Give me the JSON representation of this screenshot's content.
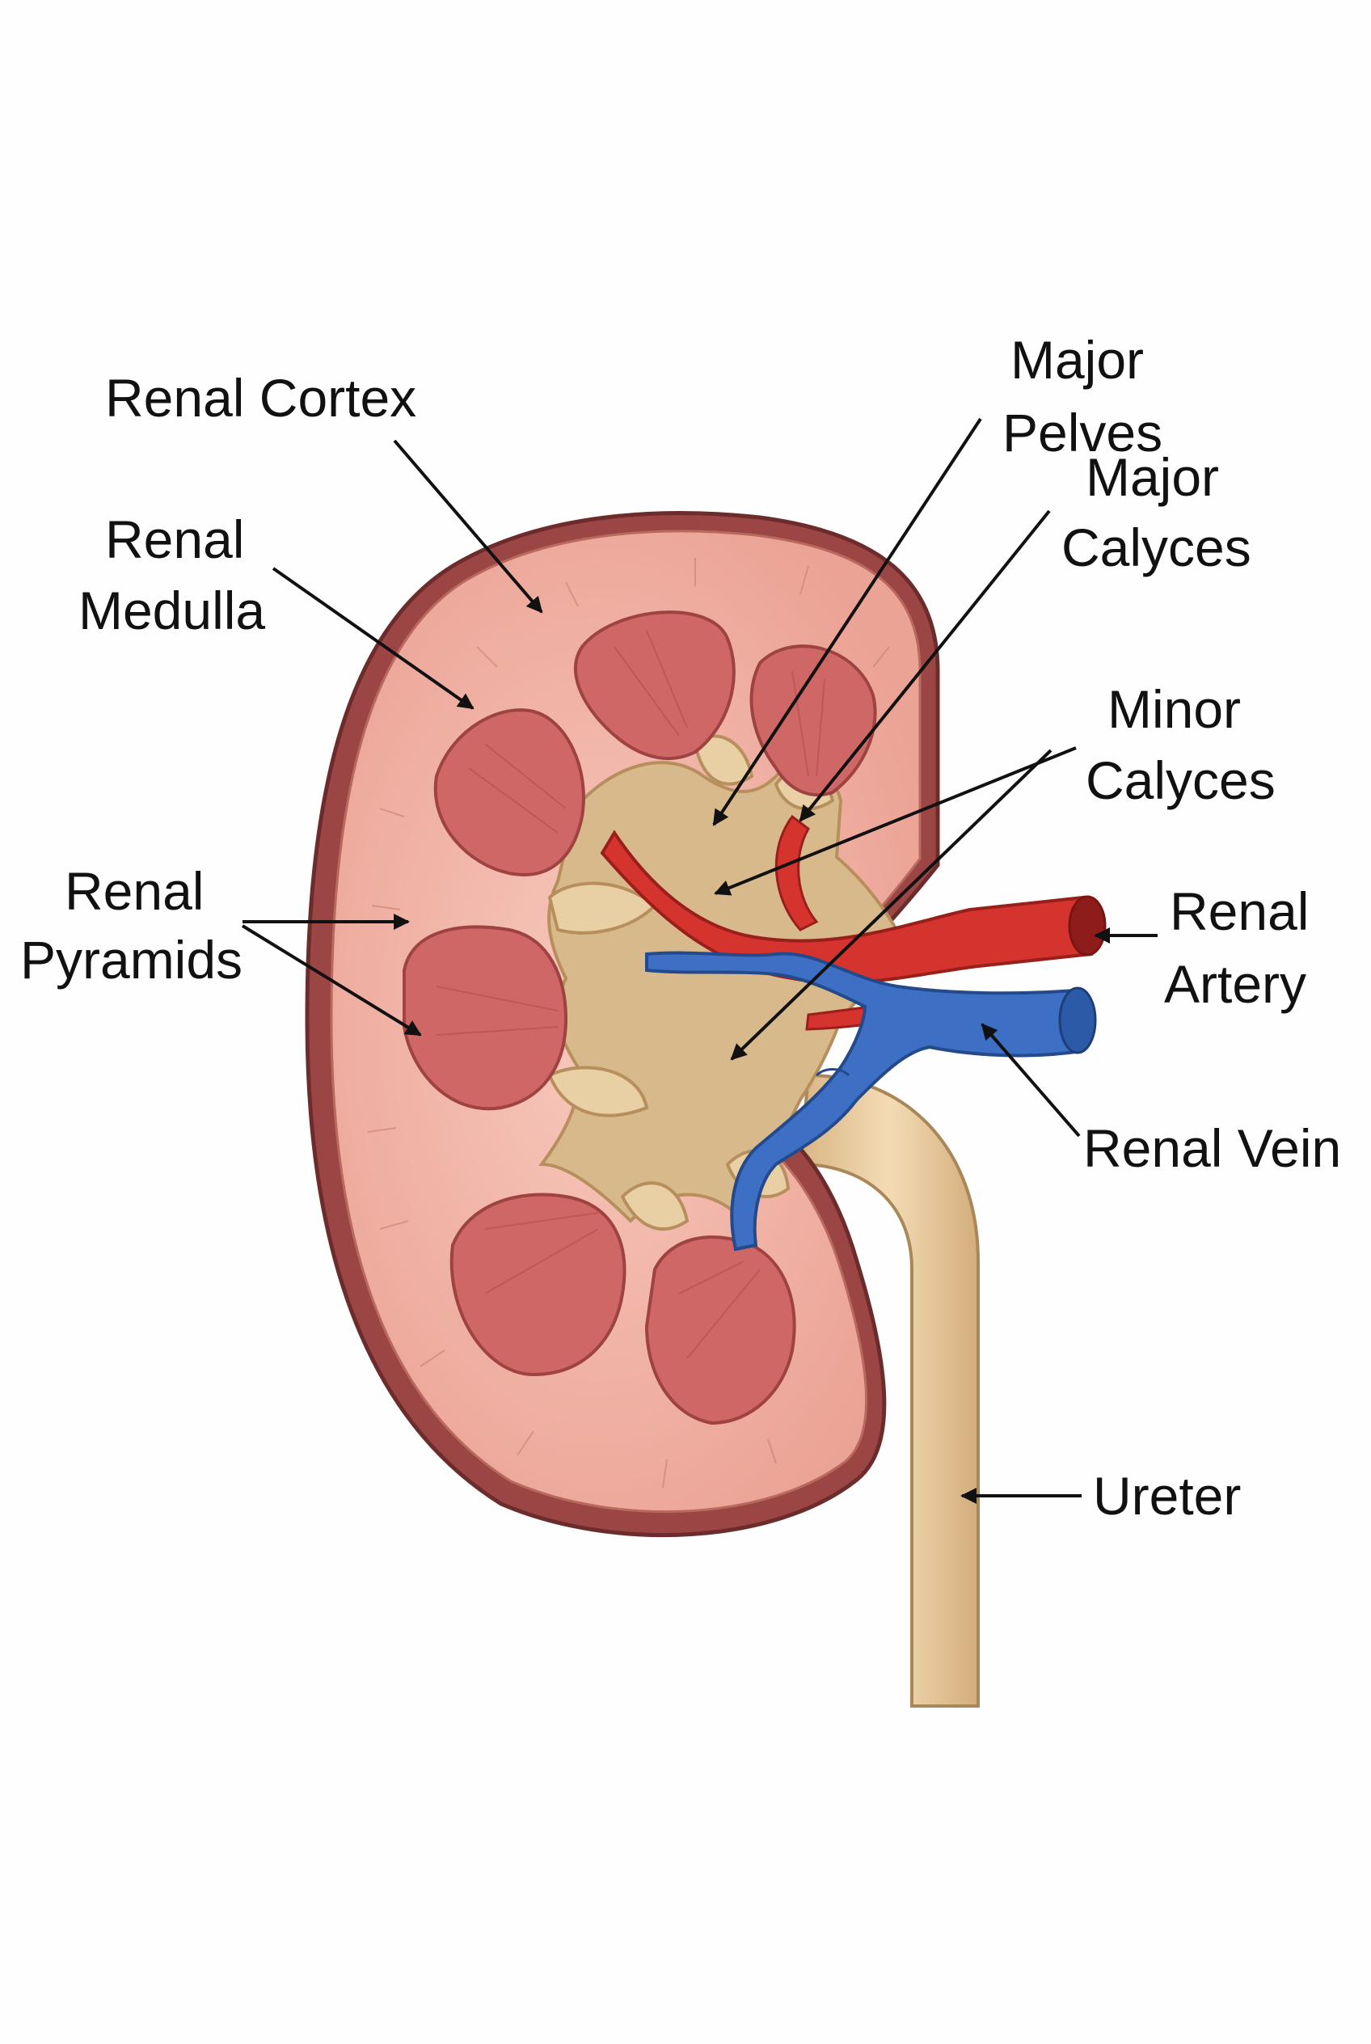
{
  "diagram": {
    "labels": {
      "renal_cortex": "Renal Cortex",
      "renal_medulla": [
        "Renal",
        "Medulla"
      ],
      "renal_pyramids": [
        "Renal",
        "Pyramids"
      ],
      "major_pelves": [
        "Major",
        "Pelves"
      ],
      "major_calyces": [
        "Major",
        "Calyces"
      ],
      "minor_calyces": [
        "Minor",
        "Calyces"
      ],
      "renal_artery": [
        "Renal",
        "Artery"
      ],
      "renal_vein": "Renal Vein",
      "ureter": "Ureter"
    },
    "colors": {
      "background": "#fefefe",
      "capsule": "#9c4545",
      "cortex": "#eeaa9d",
      "pyramid": "#cf6766",
      "pelvis": "#d8b98c",
      "artery": "#d5332e",
      "vein": "#3d6fc4",
      "ureter": "#e4c397",
      "text": "#111111"
    }
  }
}
